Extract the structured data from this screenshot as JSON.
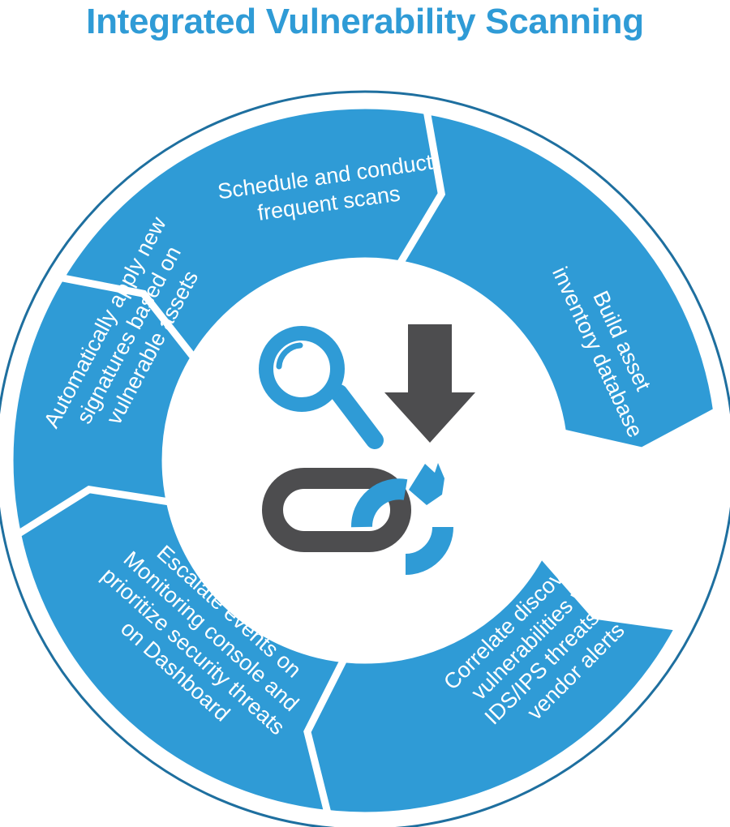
{
  "title": "Integrated Vulnerability Scanning",
  "colors": {
    "title": "#2f9bd6",
    "segment": "#2f9bd6",
    "outline": "#1e6f9f",
    "center_bg": "#ffffff",
    "icon_blue": "#2f9bd6",
    "icon_gray": "#4d4d4f"
  },
  "cycle_steps": [
    {
      "id": "schedule",
      "lines": [
        "Schedule and conduct",
        "frequent scans"
      ]
    },
    {
      "id": "inventory",
      "lines": [
        "Build asset",
        "inventory database"
      ]
    },
    {
      "id": "correlate",
      "lines": [
        "Correlate discovered",
        "vulnerabilities with",
        "IDS/IPS threats and",
        "vendor alerts"
      ]
    },
    {
      "id": "escalate",
      "lines": [
        "Escalate events on",
        "Monitoring console and",
        "prioritize security threats",
        "on Dashboard"
      ]
    },
    {
      "id": "signatures",
      "lines": [
        "Automatically apply new",
        "signatures based on",
        "vulnerable assets"
      ]
    }
  ],
  "center_icons": [
    "magnifier-icon",
    "download-arrow-icon",
    "broken-chain-link-icon"
  ]
}
